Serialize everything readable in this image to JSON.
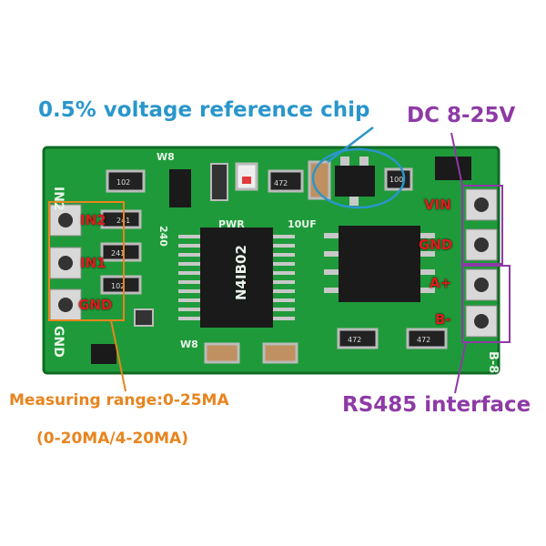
{
  "callouts": {
    "reference_chip": "0.5% voltage reference chip",
    "dc_supply": "DC 8-25V",
    "rs485": "RS485 interface",
    "measuring_range": "Measuring range:0-25MA",
    "measuring_modes": "(0-20MA/4-20MA)"
  },
  "pins_left": [
    "IN2",
    "IN1",
    "GND"
  ],
  "pins_right": [
    "VIN",
    "GND",
    "A+",
    "B-"
  ],
  "silkscreen": {
    "in2": "IN2",
    "gnd_left": "GND",
    "pwr": "PWR",
    "cap": "10UF",
    "model": "N4IB02",
    "res_240": "240",
    "w8_top": "W8",
    "w8_bottom": "W8",
    "right_edge": "B-8",
    "r472a": "472",
    "r472b": "472",
    "r472c": "472",
    "r102a": "102",
    "r102b": "102",
    "r241a": "241",
    "r241b": "241",
    "r100": "100"
  },
  "colors": {
    "pcb": "#1f9a3a",
    "callout_blue": "#2a96cc",
    "callout_purple": "#8e3aa6",
    "callout_orange": "#e8841e",
    "pin_label_red": "#e01b1b"
  }
}
